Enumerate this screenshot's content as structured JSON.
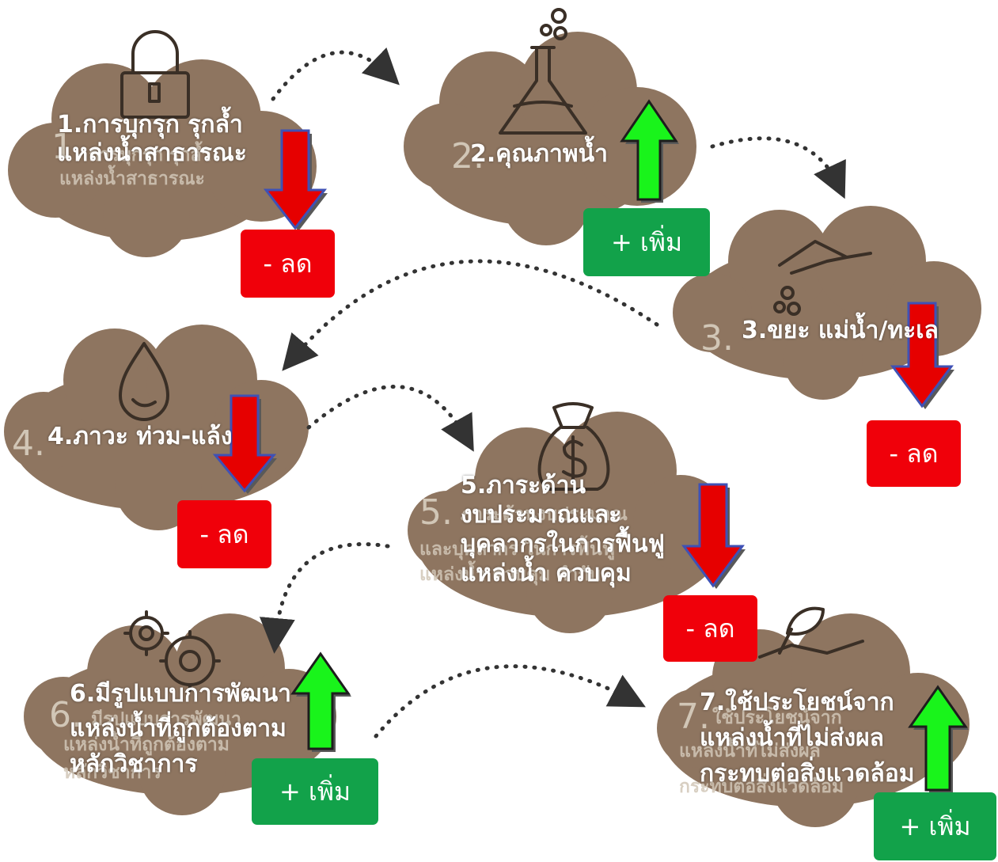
{
  "colors": {
    "cloud": "#8e7560",
    "arrow_down": "#e60000",
    "arrow_up": "#19f41b",
    "badge_decrease": "#f0000a",
    "badge_increase": "#12a24a"
  },
  "steps": [
    {
      "label_lines": [
        "1.การบุกรุก รุกล้ำ",
        "แหล่งน้ำสาธารณะ"
      ],
      "ghost_number": "1.",
      "ghost_lines": [
        "การบุกรุก รุกล้ำ",
        "แหล่งน้ำสาธารณะ"
      ],
      "icon": "padlock-icon",
      "direction": "down",
      "badge": "- ลด"
    },
    {
      "label_lines": [
        "2.คุณภาพน้ำ"
      ],
      "ghost_number": "2.",
      "ghost_lines": [],
      "icon": "flask-icon",
      "direction": "up",
      "badge": "+ เพิ่ม"
    },
    {
      "label_lines": [
        "3.ขยะ แม่น้ำ/ทะเล"
      ],
      "ghost_number": "3.",
      "ghost_lines": [],
      "icon": "hand-dropping-icon",
      "direction": "down",
      "badge": "- ลด"
    },
    {
      "label_lines": [
        "4.ภาวะ ท่วม-แล้ง"
      ],
      "ghost_number": "4.",
      "ghost_lines": [],
      "icon": "water-drop-icon",
      "direction": "down",
      "badge": "- ลด"
    },
    {
      "label_lines": [
        "5.ภาระด้าน",
        "งบประมาณและ",
        "บุคลากรในการฟื้นฟู",
        "แหล่งน้ำ ควบคุม"
      ],
      "ghost_number": "5.",
      "ghost_lines": [
        "ภาระด้านงบประมาณ",
        "และบุคลากร ในการฟื้นฟู",
        "แหล่งน้ำ ควบคุม กำกับ"
      ],
      "icon": "money-bag-icon",
      "direction": "down",
      "badge": "- ลด"
    },
    {
      "label_lines": [
        "6.มีรูปแบบการพัฒนา",
        "แหล่งน้ำที่ถูกต้องตาม",
        "หลักวิชาการ"
      ],
      "ghost_number": "6.",
      "ghost_lines": [
        "มีรูปแบบการพัฒนา",
        "แหล่งน้ำที่ถูกต้องตาม",
        "หลักวิชาการ"
      ],
      "icon": "gears-icon",
      "direction": "up",
      "badge": "+ เพิ่ม"
    },
    {
      "label_lines": [
        "7.ใช้ประโยชน์จาก",
        "แหล่งน้ำที่ไม่ส่งผล",
        "กระทบต่อสิ่งแวดล้อม"
      ],
      "ghost_number": "7.",
      "ghost_lines": [
        "ใช้ประโยชน์จาก",
        "แหล่งน้ำที่ไม่ส่งผล",
        "กระทบต่อสิ่งแวดล้อม"
      ],
      "icon": "hand-leaf-icon",
      "direction": "up",
      "badge": "+ เพิ่ม"
    }
  ]
}
